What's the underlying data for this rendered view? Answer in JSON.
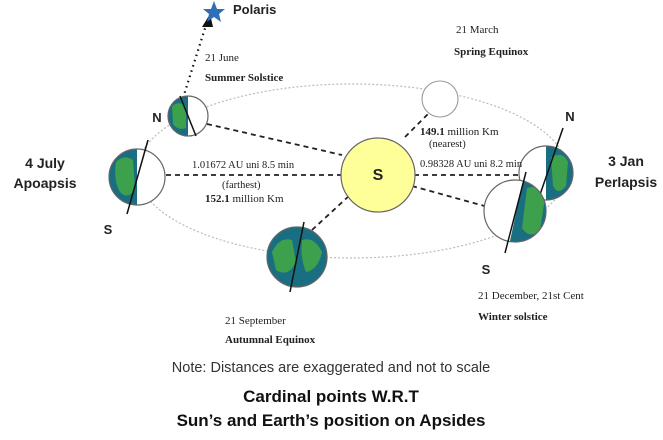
{
  "star": {
    "label": "Polaris",
    "color": "#2e6fb5"
  },
  "positions": {
    "apoapsis": {
      "date": "4 July",
      "name": "Apoapsis"
    },
    "periapsis": {
      "date": "3 Jan",
      "name": "Perlapsis"
    }
  },
  "sun": {
    "label": "S",
    "color": "#ffff99"
  },
  "earth": {
    "ocean_color": "#1a6e82",
    "land_color": "#3ca04c",
    "pole_north": "N",
    "pole_south": "S"
  },
  "events": {
    "summer": {
      "date": "21 June",
      "name": "Summer Solstice"
    },
    "spring": {
      "date": "21 March",
      "name": "Spring Equinox"
    },
    "autumn": {
      "date": "21 September",
      "name": "Autumnal Equinox"
    },
    "winter": {
      "date": "21 December, 21st Cent",
      "name": "Winter solstice"
    }
  },
  "distances": {
    "far_au": "1.01672 AU uni 8.5 min",
    "far_tag": "(farthest)",
    "far_km_value": "152.1",
    "far_km_unit": " million Km",
    "near_au": "0.98328 AU uni 8.2 min",
    "near_tag": "(nearest)",
    "near_km_value": "149.1",
    "near_km_unit": " million Km"
  },
  "note": "Note: Distances are exaggerated and not to scale",
  "title_line1": "Cardinal points W.R.T",
  "title_line2": "Sun’s and Earth’s position on Apsides"
}
